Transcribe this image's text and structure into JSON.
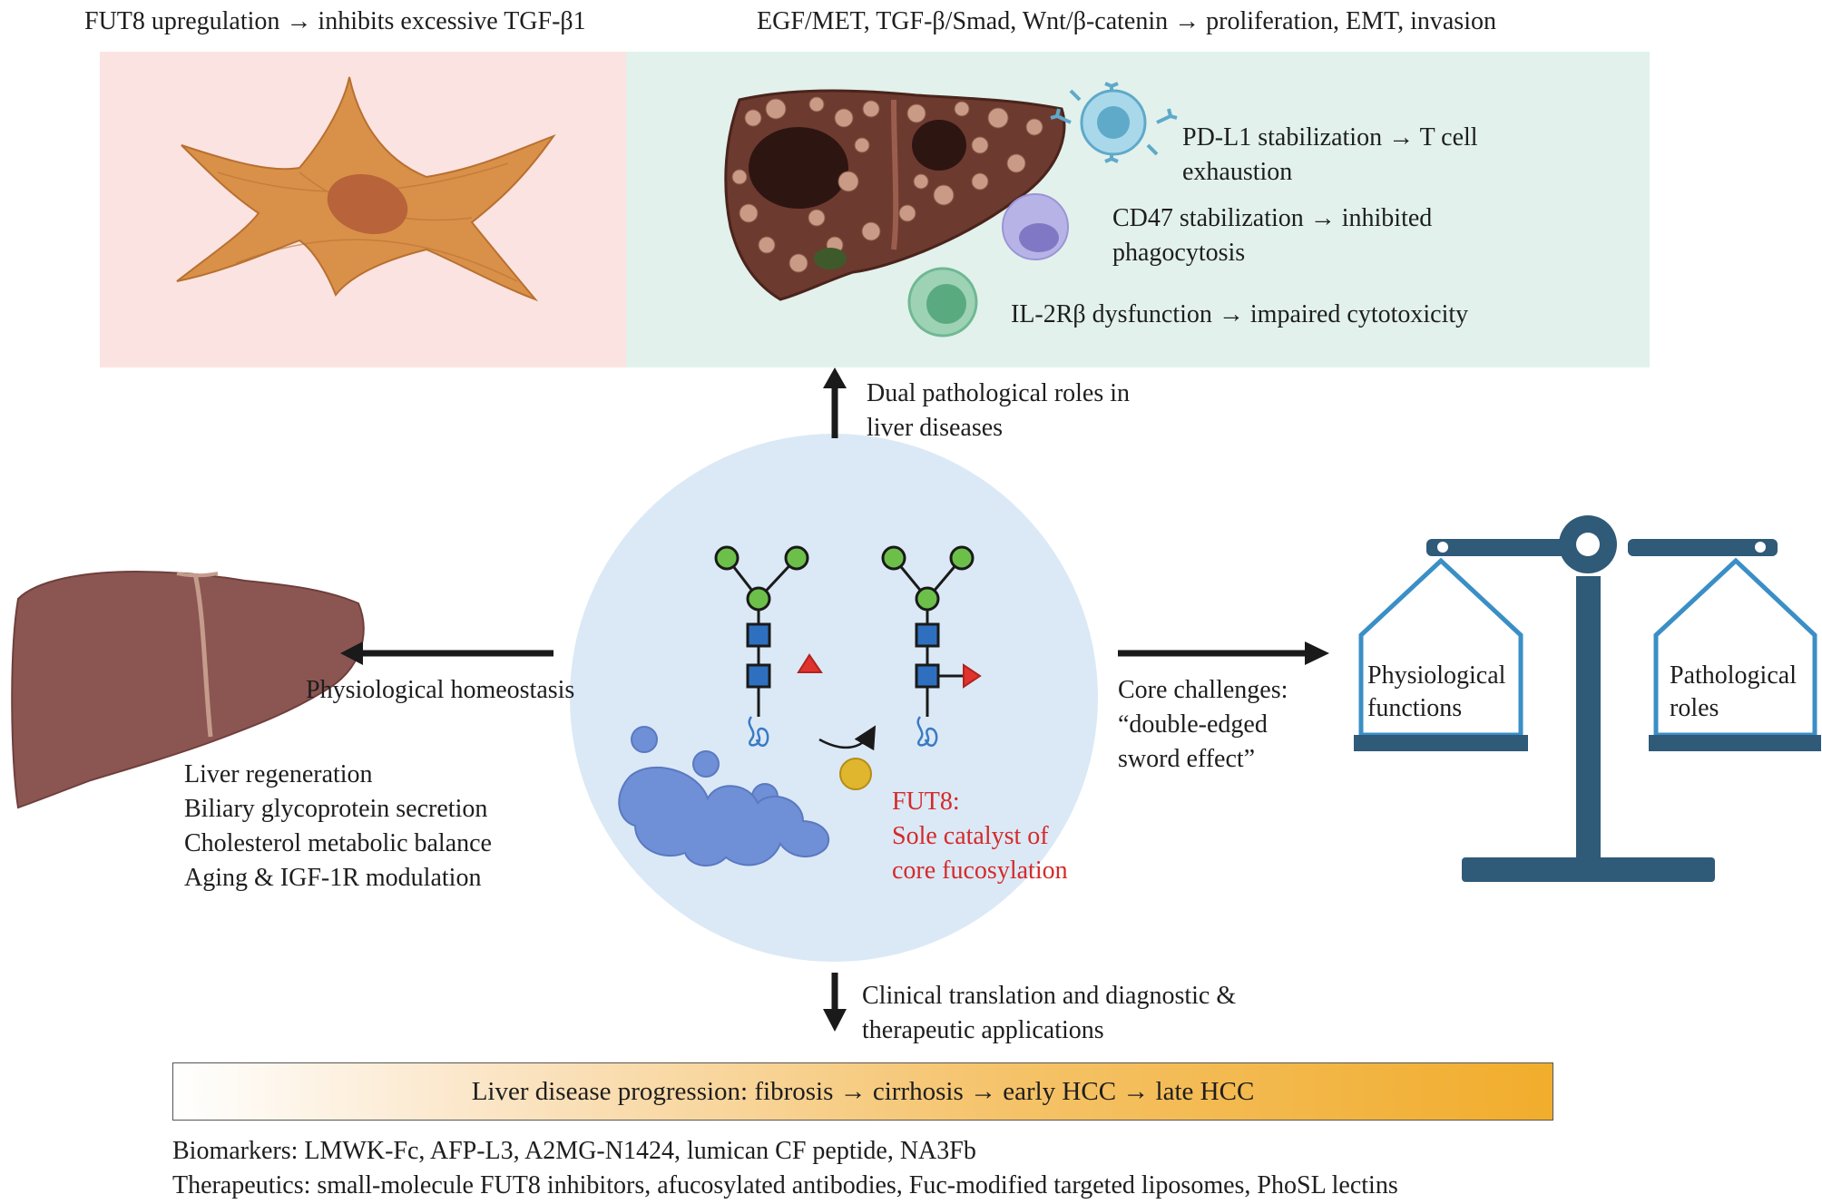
{
  "top": {
    "left_caption": "FUT8 upregulation → inhibits excessive TGF-β1",
    "right_caption": "EGF/MET, TGF-β/Smad, Wnt/β-catenin → proliferation, EMT, invasion",
    "immune": {
      "pdl1": [
        "PD-L1 stabilization → T cell",
        "exhaustion"
      ],
      "cd47": [
        "CD47 stabilization → inhibited",
        "phagocytosis"
      ],
      "il2": "IL-2Rβ dysfunction → impaired cytotoxicity"
    }
  },
  "center": {
    "up_label": [
      "Dual pathological roles in",
      "liver diseases"
    ],
    "down_label": [
      "Clinical translation and diagnostic &",
      "therapeutic applications"
    ],
    "fut8": [
      "FUT8:",
      "Sole catalyst of",
      "core fucosylation"
    ]
  },
  "left": {
    "arrow_label": "Physiological homeostasis",
    "functions": [
      "Liver regeneration",
      "Biliary glycoprotein secretion",
      "Cholesterol metabolic balance",
      "Aging & IGF-1R modulation"
    ]
  },
  "right": {
    "arrow_label": [
      "Core challenges:",
      "“double-edged",
      "sword effect”"
    ],
    "scale_left": [
      "Physiological",
      "functions"
    ],
    "scale_right": [
      "Pathological",
      "roles"
    ]
  },
  "bottom": {
    "progression": "Liver disease progression: fibrosis → cirrhosis → early HCC → late HCC",
    "biomarkers": "Biomarkers: LMWK-Fc, AFP-L3, A2MG-N1424, lumican CF peptide, NA3Fb",
    "therapeutics": "Therapeutics: small-molecule FUT8 inhibitors, afucosylated antibodies, Fuc-modified targeted liposomes, PhoSL lectins"
  },
  "colors": {
    "fibroblast": "#d9914a",
    "liver": "#8b5652",
    "glycan_green": "#6cc04a",
    "glcnac_blue": "#2f6fbf",
    "fucose_red": "#e0332e",
    "scale": "#2f5a78",
    "scale_pan": "#3a8fc6",
    "fut8_text": "#d42a2a"
  },
  "icons": [
    "fibroblast-cell",
    "tumor-liver",
    "t-cell",
    "macrophage",
    "nk-cell",
    "liver",
    "glycan",
    "golgi",
    "balance-scale"
  ]
}
